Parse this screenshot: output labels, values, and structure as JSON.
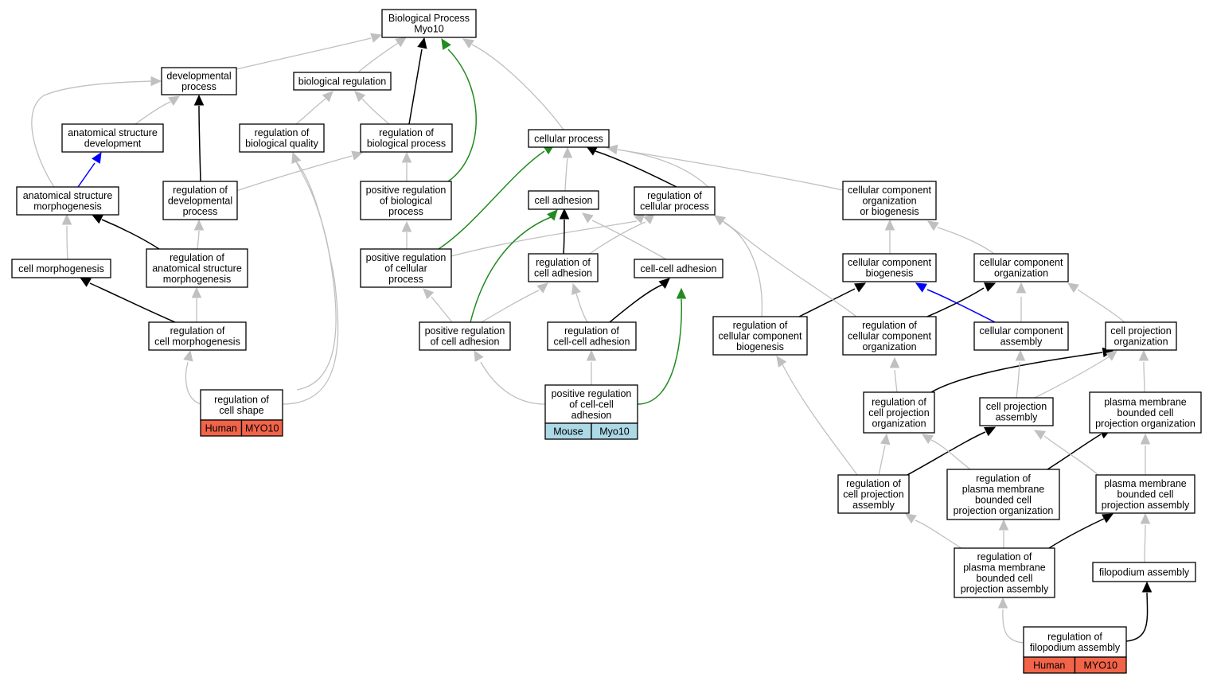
{
  "colors": {
    "gray": "#c0c0c0",
    "black": "#000000",
    "green": "#228b22",
    "blue": "#0000ff",
    "human": "#f26449",
    "mouse": "#add8e6"
  },
  "nodes": {
    "bp": [
      "Biological Process",
      "Myo10"
    ],
    "dev": [
      "developmental",
      "process"
    ],
    "bioreg": [
      "biological regulation"
    ],
    "asd": [
      "anatomical structure",
      "development"
    ],
    "rbq": [
      "regulation of",
      "biological quality"
    ],
    "rbp": [
      "regulation of",
      "biological process"
    ],
    "cp": [
      "cellular process"
    ],
    "asm": [
      "anatomical structure",
      "morphogenesis"
    ],
    "rdp": [
      "regulation of",
      "developmental",
      "process"
    ],
    "prbp": [
      "positive regulation",
      "of biological",
      "process"
    ],
    "ca": [
      "cell adhesion"
    ],
    "rcp": [
      "regulation of",
      "cellular process"
    ],
    "ccob": [
      "cellular component",
      "organization",
      "or biogenesis"
    ],
    "cm": [
      "cell morphogenesis"
    ],
    "rasm": [
      "regulation of",
      "anatomical structure",
      "morphogenesis"
    ],
    "prcp": [
      "positive regulation",
      "of cellular",
      "process"
    ],
    "rca": [
      "regulation of",
      "cell adhesion"
    ],
    "cca": [
      "cell-cell adhesion"
    ],
    "ccb": [
      "cellular component",
      "biogenesis"
    ],
    "cco": [
      "cellular component",
      "organization"
    ],
    "rcm": [
      "regulation of",
      "cell morphogenesis"
    ],
    "prca": [
      "positive regulation",
      "of cell adhesion"
    ],
    "rcca": [
      "regulation of",
      "cell-cell adhesion"
    ],
    "rccb": [
      "regulation of",
      "cellular component",
      "biogenesis"
    ],
    "rcco": [
      "regulation of",
      "cellular component",
      "organization"
    ],
    "cca2": [
      "cellular component",
      "assembly"
    ],
    "cpo": [
      "cell projection",
      "organization"
    ],
    "rcs": [
      "regulation of",
      "cell shape"
    ],
    "prcca": [
      "positive regulation",
      "of cell-cell",
      "adhesion"
    ],
    "rcpo": [
      "regulation of",
      "cell projection",
      "organization"
    ],
    "cpa": [
      "cell projection",
      "assembly"
    ],
    "pmbcpo": [
      "plasma membrane",
      "bounded cell",
      "projection organization"
    ],
    "rcpa": [
      "regulation of",
      "cell projection",
      "assembly"
    ],
    "rpmbcpo": [
      "regulation of",
      "plasma membrane",
      "bounded cell",
      "projection organization"
    ],
    "pmbcpa": [
      "plasma membrane",
      "bounded cell",
      "projection assembly"
    ],
    "rpmbcpa": [
      "regulation of",
      "plasma membrane",
      "bounded cell",
      "projection assembly"
    ],
    "fa": [
      "filopodium assembly"
    ],
    "rfa": [
      "regulation of",
      "filopodium assembly"
    ]
  },
  "annotations": {
    "rcs": [
      "Human",
      "MYO10"
    ],
    "prcca": [
      "Mouse",
      "Myo10"
    ],
    "rfa": [
      "Human",
      "MYO10"
    ]
  }
}
